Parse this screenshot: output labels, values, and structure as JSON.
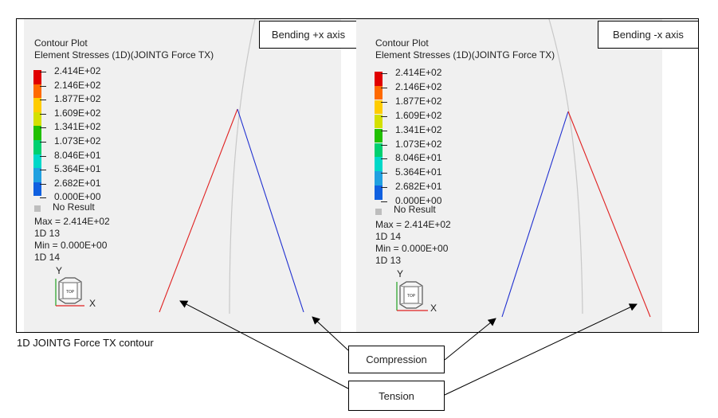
{
  "caption": "1D JOINTG Force TX contour",
  "annotations": {
    "compression": "Compression",
    "tension": "Tension"
  },
  "panels": [
    {
      "label": "Bending +x axis",
      "contour_title": "Contour Plot",
      "contour_subtitle": "Element Stresses (1D)(JOINTG Force TX)",
      "scale_values": [
        "2.414E+02",
        "2.146E+02",
        "1.877E+02",
        "1.609E+02",
        "1.341E+02",
        "1.073E+02",
        "8.046E+01",
        "5.364E+01",
        "2.682E+01",
        "0.000E+00"
      ],
      "no_result": "No Result",
      "max_line": "Max =  2.414E+02",
      "max_elem": "1D 13",
      "min_line": "Min =  0.000E+00",
      "min_elem": "1D 14",
      "axis_y": "Y",
      "axis_x": "X",
      "view_label": "TOP",
      "left_member_color": "#e02020",
      "right_member_color": "#2030d0"
    },
    {
      "label": "Bending -x axis",
      "contour_title": "Contour Plot",
      "contour_subtitle": "Element Stresses (1D)(JOINTG Force TX)",
      "scale_values": [
        "2.414E+02",
        "2.146E+02",
        "1.877E+02",
        "1.609E+02",
        "1.341E+02",
        "1.073E+02",
        "8.046E+01",
        "5.364E+01",
        "2.682E+01",
        "0.000E+00"
      ],
      "no_result": "No Result",
      "max_line": "Max = 2.414E+02",
      "max_elem": "1D 14",
      "min_line": "Min =  0.000E+00",
      "min_elem": "1D 13",
      "axis_y": "Y",
      "axis_x": "X",
      "view_label": "TOP",
      "left_member_color": "#2030d0",
      "right_member_color": "#e02020"
    }
  ],
  "scale_colors": [
    "#e00000",
    "#ff6a00",
    "#ffcc00",
    "#d4e000",
    "#20c000",
    "#00d070",
    "#00d8c8",
    "#20a0e0",
    "#1060e0",
    "#0010b0"
  ]
}
